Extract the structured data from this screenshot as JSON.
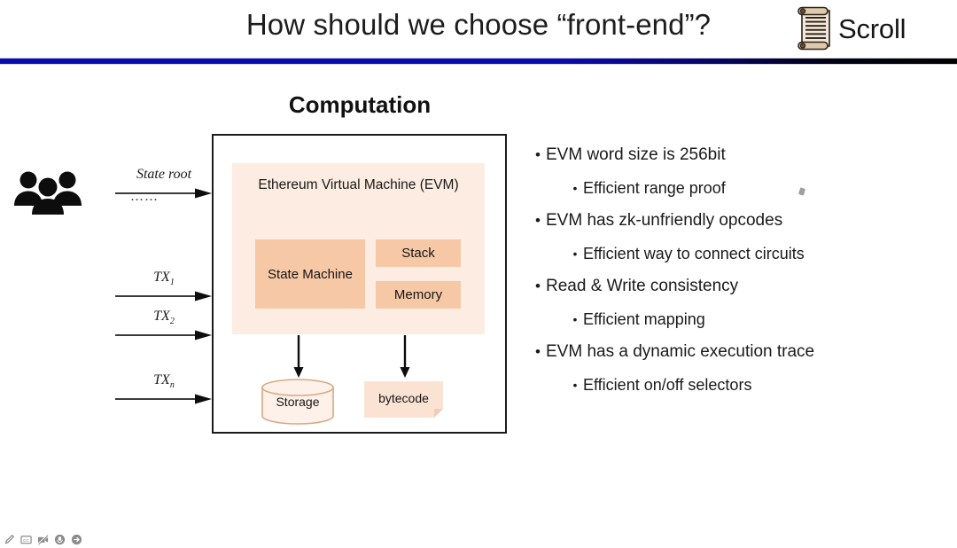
{
  "header": {
    "title": "How should we choose “front-end”?",
    "brand_text": "Scroll",
    "brand_icon": "scroll-parchment-icon",
    "rule_color_left": "#0a0ab4",
    "rule_color_right": "#000000"
  },
  "diagram": {
    "heading": "Computation",
    "evm": {
      "title": "Ethereum Virtual Machine (EVM)",
      "fill": "#fcece1",
      "components": [
        {
          "label": "State Machine",
          "fill": "#f6c8a6"
        },
        {
          "label": "Stack",
          "fill": "#f6c8a6"
        },
        {
          "label": "Memory",
          "fill": "#f6c8a6"
        }
      ]
    },
    "outputs": [
      {
        "label": "Storage",
        "shape": "cylinder",
        "fill": "#fdf1e9",
        "stroke": "#d8a883"
      },
      {
        "label": "bytecode",
        "shape": "folded-rect",
        "fill": "#fbe3d4"
      }
    ],
    "inputs": [
      {
        "label": "State root",
        "sub": ""
      },
      {
        "label": "TX",
        "sub": "1"
      },
      {
        "label": "TX",
        "sub": "2"
      },
      {
        "label": "TX",
        "sub": "n"
      }
    ],
    "ellipsis": "……",
    "people_icon": "people-group-icon"
  },
  "bullets": [
    {
      "level": 1,
      "text": "EVM word size is 256bit"
    },
    {
      "level": 2,
      "text": "Efficient range proof"
    },
    {
      "level": 1,
      "text": "EVM has zk-unfriendly opcodes"
    },
    {
      "level": 2,
      "text": "Efficient way to connect circuits"
    },
    {
      "level": 1,
      "text": "Read & Write consistency"
    },
    {
      "level": 2,
      "text": "Efficient mapping"
    },
    {
      "level": 1,
      "text": "EVM has a dynamic execution trace"
    },
    {
      "level": 2,
      "text": "Efficient on/off selectors"
    }
  ],
  "toolbar": {
    "icons": [
      {
        "name": "pen-annotate-icon"
      },
      {
        "name": "closed-captions-icon",
        "label": "CC"
      },
      {
        "name": "video-camera-off-icon"
      },
      {
        "name": "microphone-mute-icon"
      },
      {
        "name": "arrow-right-circle-icon"
      }
    ]
  },
  "bullet_glyph": "•"
}
